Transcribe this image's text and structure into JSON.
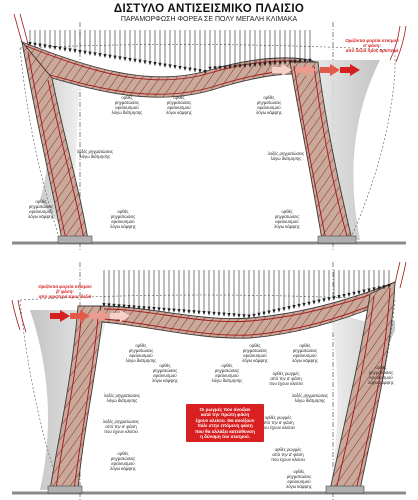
{
  "header": {
    "title": "ΔΙΣΤΥΛΟ ΑΝΤΙΣΕΙΣΜΙΚΟ ΠΛΑΙΣΙΟ",
    "subtitle": "ΠΑΡΑΜΟΡΦΩΣΗ ΦΟΡΕΑ ΣΕ ΠΟΛΥ ΜΕΓΑΛΗ ΚΛΙΜΑΚΑ"
  },
  "top_panel": {
    "load_note": "Οριζόντια φορτία σεισμού\nα' φάση:\nαπό δεξιά προς αριστερά",
    "labels": {
      "a": "ορθές\nρηγματώσεις\nεφελκυσμού\nλόγω διάτμησης",
      "b": "ορθές\nρηγματώσεις\nεφελκυσμού\nλόγω κάμψης",
      "c": "ορθές\nρηγματώσεις\nεφελκυσμού\nλόγω κάμψης",
      "d": "λοξές ρηγματώσεις\nλόγω διάτμησης",
      "e": "λοξές ρηγματώσεις\nλόγω διάτμησης",
      "f": "ορθές\nρηγματώσεις\nεφελκυσμού\nλόγω κάμψης",
      "g": "ορθές\nρηγματώσεις\nεφελκυσμού\nλόγω κάμψης"
    }
  },
  "bottom_panel": {
    "load_note": "Οριζόντια φορτία σεισμού\nβ' φάση:\nαπό αριστερά προς δεξιά",
    "labels": {
      "a": "ορθές\nρηγματώσεις\nεφελκυσμού\nλόγω διάτμησης",
      "b": "ορθές\nρηγματώσεις\nεφελκυσμού\nλόγω κάμψης",
      "c": "ορθές\nρηγματώσεις\nεφελκυσμού\nλόγω κάμψης",
      "d": "ορθές\nρηγματώσεις\nεφελκυσμού\nλόγω κάμψης",
      "e": "ορθές\nρηγματώσεις\nεφελκυσμού\nλόγω διάτμησης",
      "f": "ορθές\nρηγματώσεις\nεφελκυσμού\nλόγω κάμψης",
      "g": "λοξές ρηγματώσεις\nλόγω διάτμησης",
      "h": "λοξές ρηγματώσεις\nλόγω διάτμησης",
      "i": "ορθές ρωγμές\nαπό την α' φάση\nπου έχουν κλείσει",
      "j": "λοξές ρηγματώσεις\nαπό την α' φάση\nπου έχουν κλείσει",
      "k": "ορθές ρωγμές\nαπό την α' φάση\nπου έχουν κλείσει",
      "l": "ορθές ρωγμές\nαπό την α' φάση\nπου έχουν κλείσει",
      "m": "ορθές\nρηγματώσεις\nεφελκυσμού\nλόγω κάμψης",
      "n": "ορθές\nρηγματώσεις\nεφελκυσμού\nλόγω κάμψης"
    },
    "box_note": "Οι ρωγμές που άνοιξαν\nκατά την πρώτη φάση\nέχουν κλείσει. Θα ανοίξουν\nπάλι στην επόμενη φάση\nπου θα αλλάξει κατεύθυνση\nη δύναμη του σεισμού."
  },
  "colors": {
    "frame": "#c9a99a",
    "frame_edge": "#3a3a3a",
    "rebar": "#a01818",
    "shading": "#c8c8c8",
    "ground": "#8a8a8a",
    "arrow_red": "#d62020"
  }
}
